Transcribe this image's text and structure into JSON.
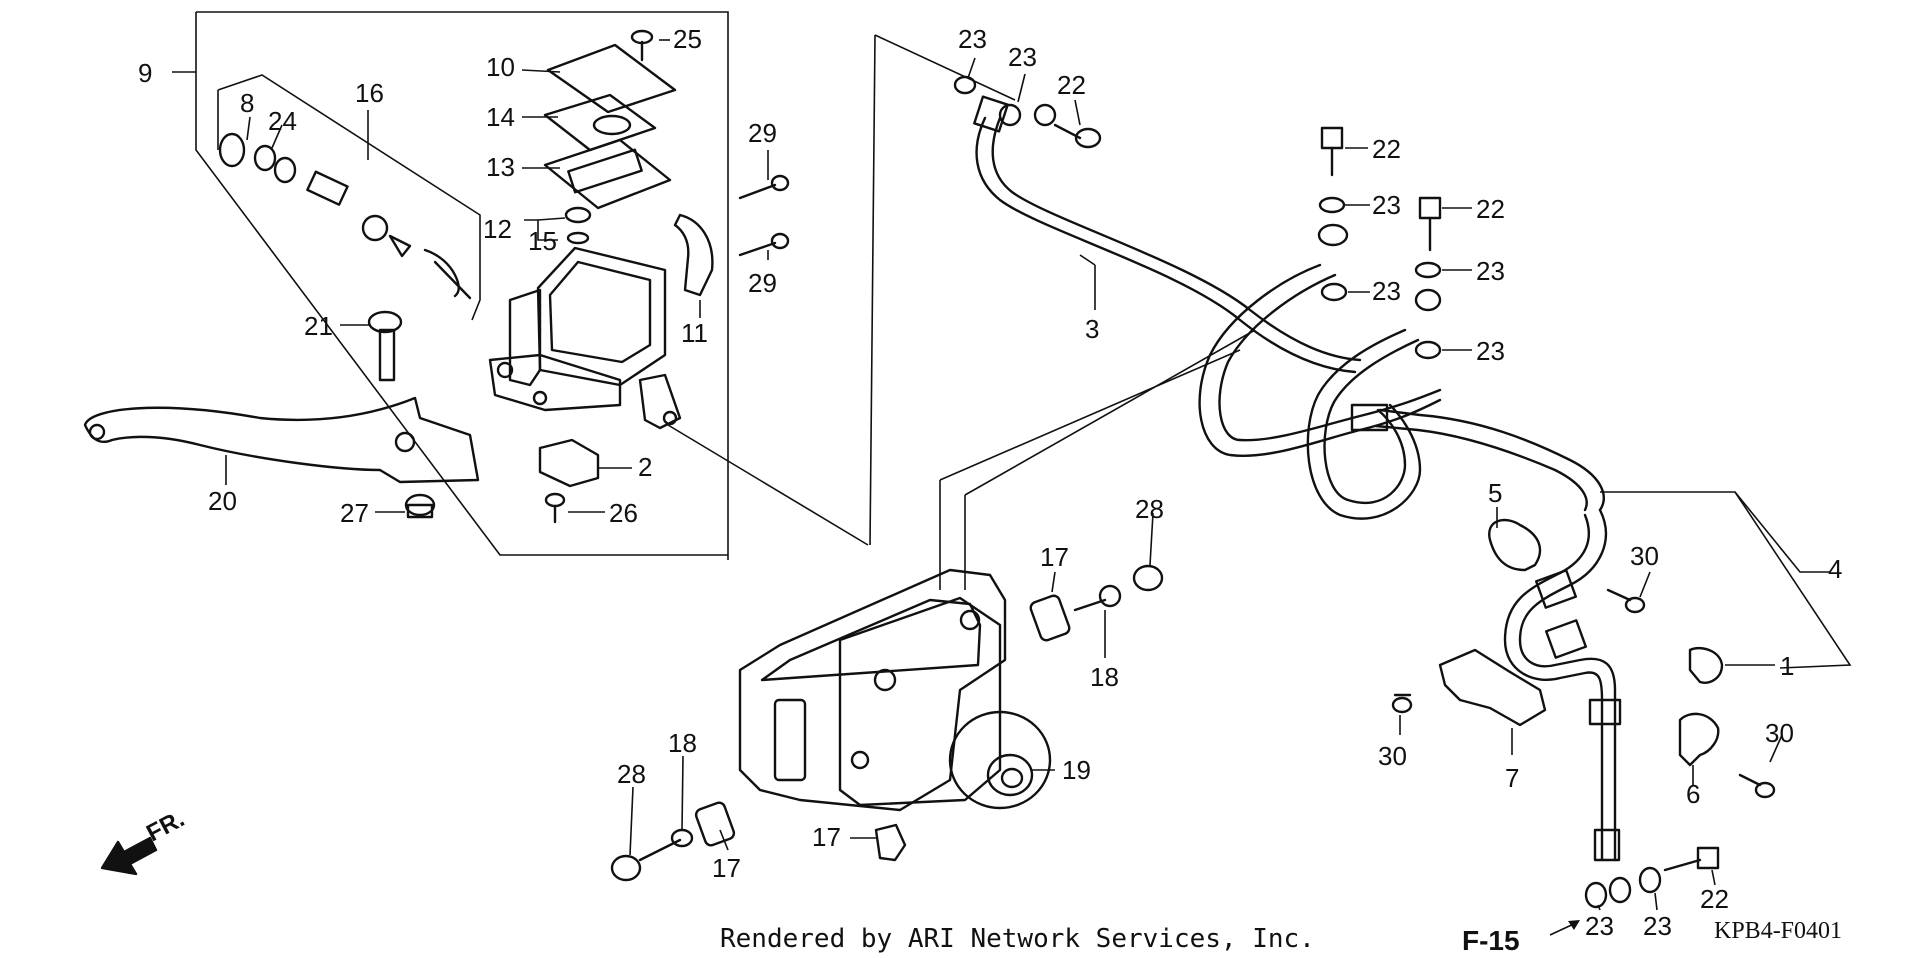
{
  "callouts": {
    "c1": "1",
    "c2": "2",
    "c3": "3",
    "c4": "4",
    "c5": "5",
    "c6": "6",
    "c7": "7",
    "c8": "8",
    "c9": "9",
    "c10": "10",
    "c11": "11",
    "c12": "12",
    "c13": "13",
    "c14": "14",
    "c15": "15",
    "c16": "16",
    "c17": "17",
    "c18": "18",
    "c19": "19",
    "c20": "20",
    "c21": "21",
    "c22": "22",
    "c23": "23",
    "c24": "24",
    "c25": "25",
    "c26": "26",
    "c27": "27",
    "c28": "28",
    "c29": "29",
    "c30": "30"
  },
  "direction": {
    "front_label": "FR."
  },
  "footer": {
    "rendered_by": "Rendered by ARI Network Services, Inc.",
    "page_ref": "F-15",
    "diagram_code": "KPB4-F0401"
  }
}
